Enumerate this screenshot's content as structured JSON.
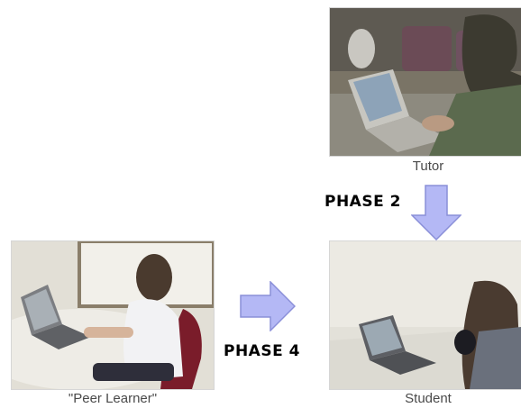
{
  "captions": {
    "tutor": "Tutor",
    "peer_learner": "\"Peer Learner\"",
    "student": "Student"
  },
  "phases": {
    "phase2": "PHASE 2",
    "phase4": "PHASE 4"
  },
  "colors": {
    "arrow_fill": "#b4b8f5",
    "arrow_stroke": "#8a8fd8"
  }
}
